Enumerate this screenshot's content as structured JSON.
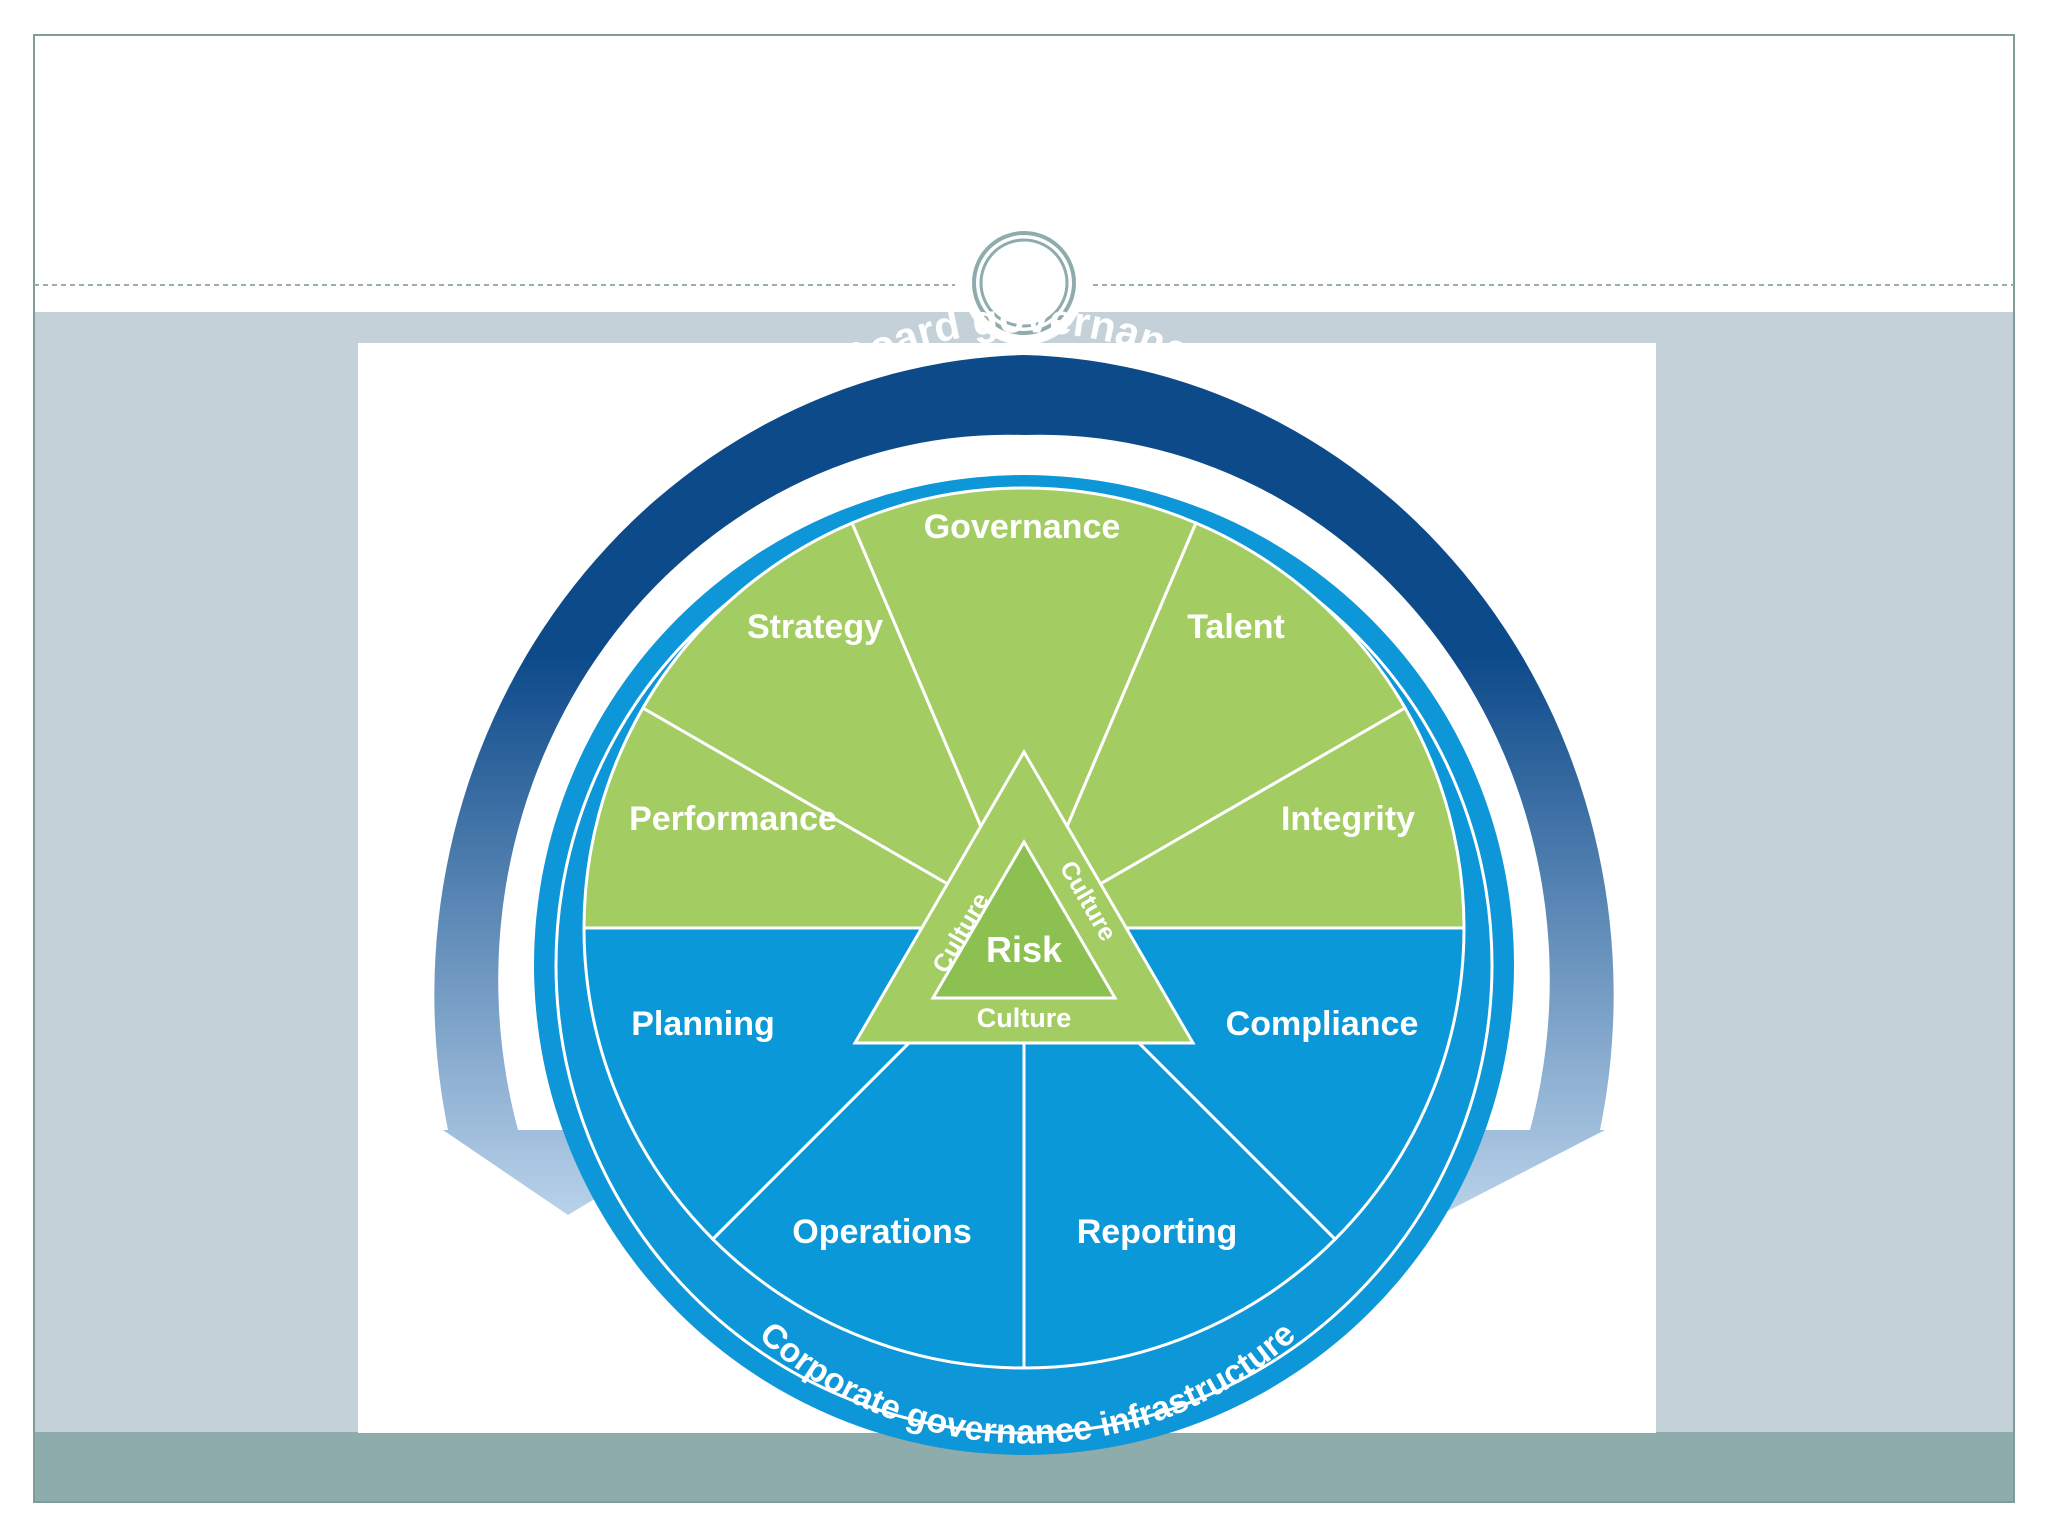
{
  "slide": {
    "colors": {
      "frame_border": "#7f9c99",
      "content_bg": "#c4d1d8",
      "footer_bar": "#8eacab",
      "divider": "#9aaeb0",
      "ring_dark": "#0d4a8a",
      "ring_light": "#b9d2ea",
      "infrastructure_ring": "#0e97d8",
      "wheel_blue": "#0b98d8",
      "wheel_green": "#a3cc62",
      "triangle": "#a3cc62",
      "triangle_inner": "#8cc152",
      "label_text": "#ffffff"
    }
  },
  "diagram": {
    "outer_ring_label": "Board governance",
    "infrastructure_label": "Corporate governance infrastructure",
    "center_label": "Risk",
    "triangle_edge_label": "Culture",
    "segments_top": [
      {
        "label": "Performance"
      },
      {
        "label": "Strategy"
      },
      {
        "label": "Governance"
      },
      {
        "label": "Talent"
      },
      {
        "label": "Integrity"
      }
    ],
    "segments_bottom": [
      {
        "label": "Planning"
      },
      {
        "label": "Operations"
      },
      {
        "label": "Reporting"
      },
      {
        "label": "Compliance"
      }
    ]
  }
}
